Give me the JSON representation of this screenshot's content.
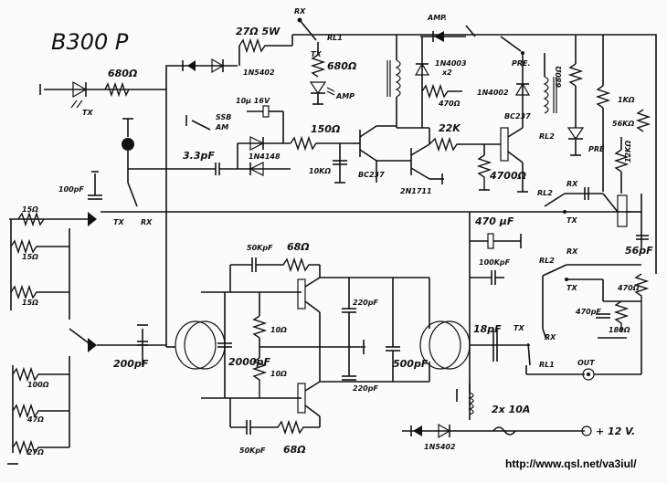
{
  "title": "B300 P",
  "url": "http://www.qsl.net/va3iul/",
  "labels": {
    "r_27_5w": "27Ω 5W",
    "r_680_led": "680Ω",
    "r_680_rl1": "680Ω",
    "rl1": "RL1",
    "rx_top": "RX",
    "tx_top": "TX",
    "amp_led": "AMP",
    "d_1n5402": "1N5402",
    "tx_led": "TX",
    "amp_top": "AMP.",
    "d_1n4003": "1N4003",
    "x2": "x2",
    "r_470": "470Ω",
    "pre_top": "PRE.",
    "d_1n4002": "1N4002",
    "r_680_pre": "680Ω",
    "r_1k": "1KΩ",
    "r_56k": "56KΩ",
    "r_12k": "12KΩ",
    "c_10u": "10μ 16V",
    "ssb": "SSB",
    "am": "AM",
    "r_150": "150Ω",
    "r_10k": "10KΩ",
    "c_3p3": "3.3pF",
    "d_1n4148": "1N4148",
    "q_bc237a": "BC237",
    "q_2n1711": "2N1711",
    "r_22k": "22K",
    "q_bc237b": "BC237",
    "rl2_top": "RL2",
    "pre_led": "PRE",
    "r_4700": "4700Ω",
    "rl2_a": "RL2",
    "rx_a": "RX",
    "tx_a": "TX",
    "c_470u": "470 μF",
    "c_56p": "56pF",
    "c_100k": "100KpF",
    "rl2_b": "RL2",
    "rx_b": "RX",
    "tx_b": "TX",
    "r_470b": "470Ω",
    "c_470p": "470pF",
    "r_180": "180Ω",
    "c_100p": "100pF",
    "r_15a": "15Ω",
    "r_15b": "15Ω",
    "r_15c": "15Ω",
    "tx_sw": "TX",
    "rx_sw": "RX",
    "c_50k_top": "50KpF",
    "r_68_top": "68Ω",
    "c_220a": "220pF",
    "c_220b": "220pF",
    "r_10a": "10Ω",
    "r_10b": "10Ω",
    "c_2000": "2000pF",
    "c_200": "200pF",
    "c_500": "500pF",
    "c_18p": "18pF",
    "tx_out": "TX",
    "rx_out": "RX",
    "rl1_b": "RL1",
    "out": "OUT",
    "r_100": "100Ω",
    "r_47": "47Ω",
    "r_27": "27Ω",
    "c_50k_bot": "50KpF",
    "r_68_bot": "68Ω",
    "d_1n5402b": "1N5402",
    "fuse": "2x 10A",
    "supply": "+ 12 V."
  }
}
